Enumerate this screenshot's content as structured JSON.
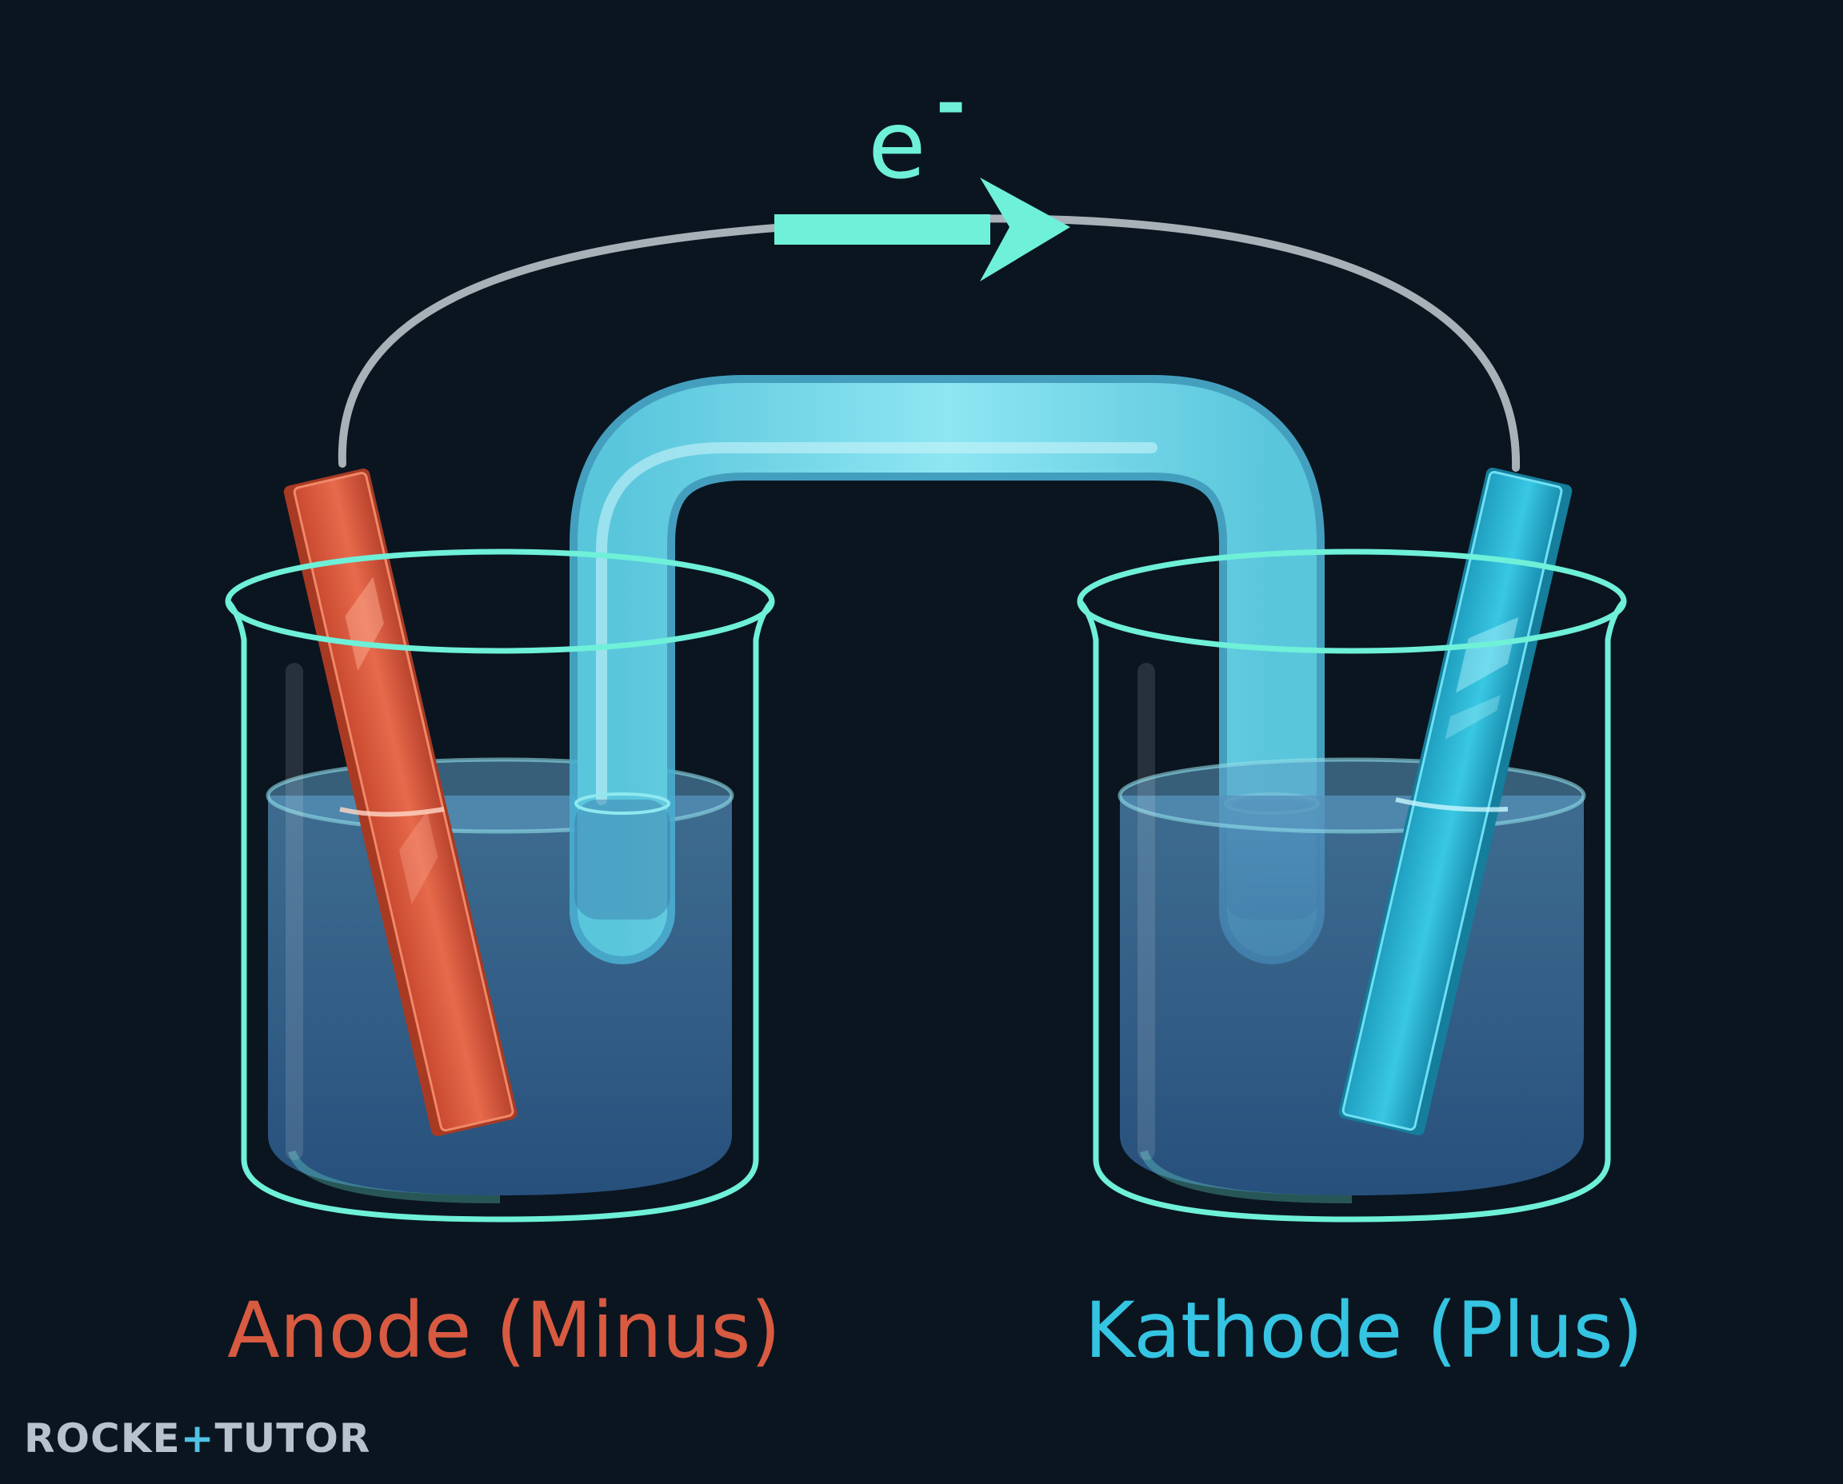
{
  "electron_label": {
    "symbol": "e",
    "charge": "-"
  },
  "anode": {
    "label": "Anode (Minus)",
    "color": "#d85a40"
  },
  "cathode": {
    "label": "Kathode (Plus)",
    "color": "#35c4e2"
  },
  "colors": {
    "background": "#0a1520",
    "wire": "#a9b1b8",
    "arrow": "#6ff0d8",
    "beaker_outline": "#6ff0d8",
    "salt_bridge": "#7fd8ea",
    "electrolyte": "#3a6a9a",
    "anode_electrode": "#d85a40",
    "cathode_electrode": "#2fb8d4"
  },
  "logo": {
    "text": "ROCKETUTOR",
    "part1": "ROCKE",
    "part2": "TUTOR"
  },
  "icons": {
    "electron_flow": "arrow-right-icon"
  }
}
